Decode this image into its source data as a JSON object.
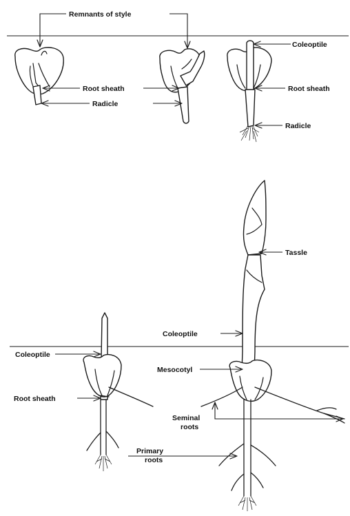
{
  "labels": {
    "remnants_of_style": "Remnants of style",
    "coleoptile_top": "Coleoptile",
    "root_sheath_left": "Root sheath",
    "root_sheath_right": "Root sheath",
    "radicle_left": "Radicle",
    "radicle_right": "Radicle",
    "tassle": "Tassle",
    "coleoptile_tall": "Coleoptile",
    "coleoptile_small": "Coleoptile",
    "mesocotyl": "Mesocotyl",
    "root_sheath_bottom": "Root sheath",
    "seminal_line1": "Seminal",
    "seminal_line2": "roots",
    "primary_line1": "Primary",
    "primary_line2": "roots"
  }
}
